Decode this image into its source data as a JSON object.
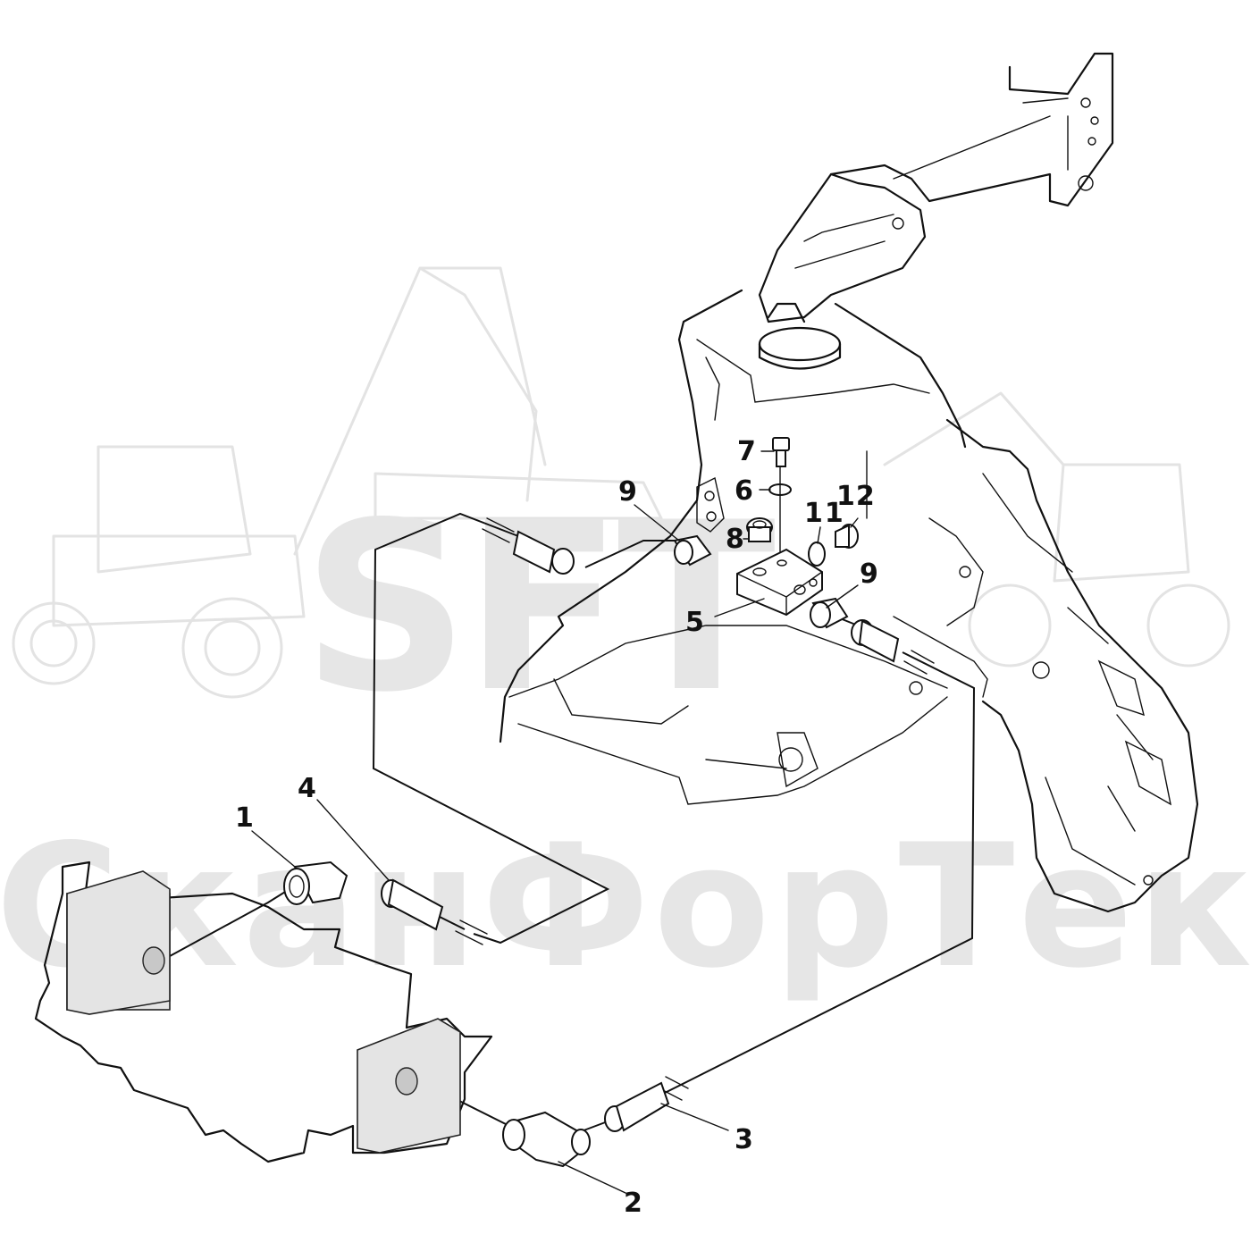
{
  "watermark": {
    "logo_text": "SFT",
    "company_text": "СканФорТек"
  },
  "callouts": [
    {
      "id": "1",
      "label": "1"
    },
    {
      "id": "2",
      "label": "2"
    },
    {
      "id": "3",
      "label": "3"
    },
    {
      "id": "4",
      "label": "4"
    },
    {
      "id": "5",
      "label": "5"
    },
    {
      "id": "6",
      "label": "6"
    },
    {
      "id": "7",
      "label": "7"
    },
    {
      "id": "8",
      "label": "8"
    },
    {
      "id": "9a",
      "label": "9"
    },
    {
      "id": "9b",
      "label": "9"
    },
    {
      "id": "11",
      "label": "11"
    },
    {
      "id": "12",
      "label": "12"
    }
  ],
  "colors": {
    "line": "#111111",
    "watermark": "#e6e6e6",
    "block_fill": "#e4e4e4"
  }
}
